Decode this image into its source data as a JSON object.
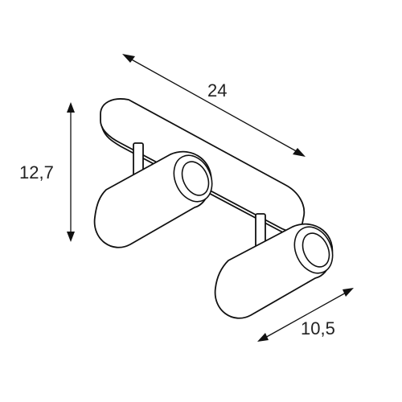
{
  "dimensions": {
    "length": "24",
    "height": "12,7",
    "spot_length": "10,5"
  },
  "colors": {
    "line": "#111111",
    "background": "#ffffff"
  }
}
